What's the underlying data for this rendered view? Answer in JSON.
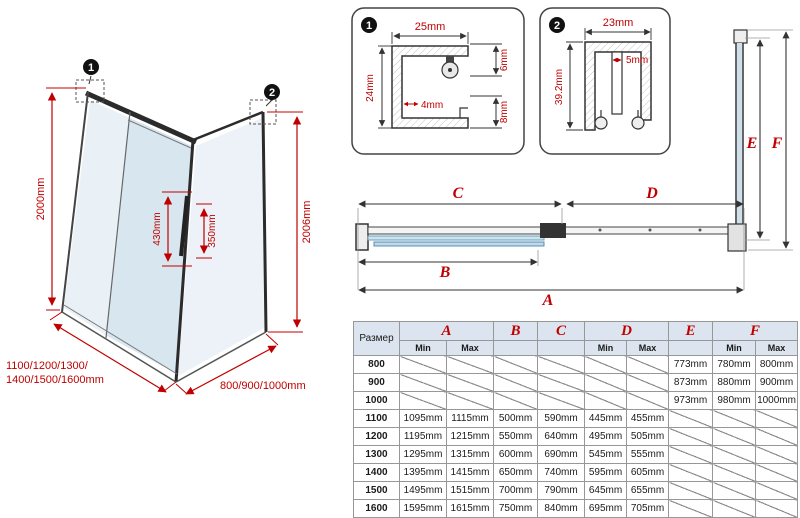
{
  "drawing": {
    "front_view": {
      "callout_1": "1",
      "callout_2": "2",
      "height_left": "2000mm",
      "height_right": "2006mm",
      "handle_length": "430mm",
      "handle_offset": "350mm",
      "width_options_line1": "1100/1200/1300/",
      "width_options_line2": "1400/1500/1600mm",
      "side_options": "800/900/1000mm"
    },
    "detail_1": {
      "badge": "1",
      "dim_width": "25mm",
      "dim_height": "24mm",
      "dim_top": "6mm",
      "dim_bottom": "8mm",
      "dim_inner": "4mm"
    },
    "detail_2": {
      "badge": "2",
      "dim_width": "23mm",
      "dim_inner": "5mm",
      "dim_height": "39.2mm"
    },
    "plan_view": {
      "dim_a": "A",
      "dim_b": "B",
      "dim_c": "C",
      "dim_d": "D",
      "dim_e": "E",
      "dim_f": "F"
    }
  },
  "table": {
    "columns": {
      "size": "Размер",
      "a": "A",
      "b": "B",
      "c": "C",
      "d": "D",
      "e": "E",
      "f": "F"
    },
    "min_label": "Min",
    "max_label": "Max",
    "rows": [
      {
        "size": "800",
        "e": "773mm",
        "f_min": "780mm",
        "f_max": "800mm"
      },
      {
        "size": "900",
        "e": "873mm",
        "f_min": "880mm",
        "f_max": "900mm"
      },
      {
        "size": "1000",
        "e": "973mm",
        "f_min": "980mm",
        "f_max": "1000mm"
      },
      {
        "size": "1100",
        "a_min": "1095mm",
        "a_max": "1115mm",
        "b": "500mm",
        "c": "590mm",
        "d_min": "445mm",
        "d_max": "455mm"
      },
      {
        "size": "1200",
        "a_min": "1195mm",
        "a_max": "1215mm",
        "b": "550mm",
        "c": "640mm",
        "d_min": "495mm",
        "d_max": "505mm"
      },
      {
        "size": "1300",
        "a_min": "1295mm",
        "a_max": "1315mm",
        "b": "600mm",
        "c": "690mm",
        "d_min": "545mm",
        "d_max": "555mm"
      },
      {
        "size": "1400",
        "a_min": "1395mm",
        "a_max": "1415mm",
        "b": "650mm",
        "c": "740mm",
        "d_min": "595mm",
        "d_max": "605mm"
      },
      {
        "size": "1500",
        "a_min": "1495mm",
        "a_max": "1515mm",
        "b": "700mm",
        "c": "790mm",
        "d_min": "645mm",
        "d_max": "655mm"
      },
      {
        "size": "1600",
        "a_min": "1595mm",
        "a_max": "1615mm",
        "b": "750mm",
        "c": "840mm",
        "d_min": "695mm",
        "d_max": "705mm"
      }
    ]
  },
  "colors": {
    "dimension_red": "#c00000",
    "glass_blue": "#bfd9e8",
    "header_bg": "#dce5ef"
  }
}
